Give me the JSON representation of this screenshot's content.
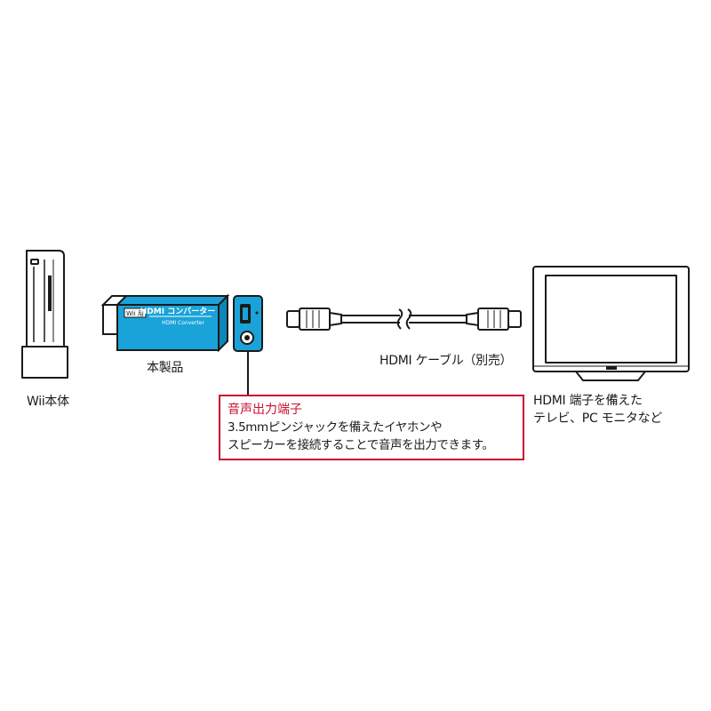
{
  "labels": {
    "wii": "Wii本体",
    "product": "本製品",
    "cable": "HDMI ケーブル（別売）",
    "tv_line1": "HDMI 端子を備えた",
    "tv_line2": "テレビ、PC モニタなど"
  },
  "device": {
    "brand": "Wii 用",
    "title": "HDMI コンバーター",
    "subtitle": "HDMI Converter"
  },
  "note": {
    "title": "音声出力端子",
    "line1": "3.5mmピンジャックを備えたイヤホンや",
    "line2": "スピーカーを接続することで音声を出力できます。"
  },
  "colors": {
    "converter_blue": "#1aa3d9",
    "accent_red": "#c8102e",
    "line": "#1a1a1a"
  },
  "icons": {
    "wii_console": "wii-console-icon",
    "converter": "hdmi-converter-icon",
    "port_closeup": "audio-port-closeup-icon",
    "cable": "hdmi-cable-icon",
    "monitor": "tv-monitor-icon"
  }
}
